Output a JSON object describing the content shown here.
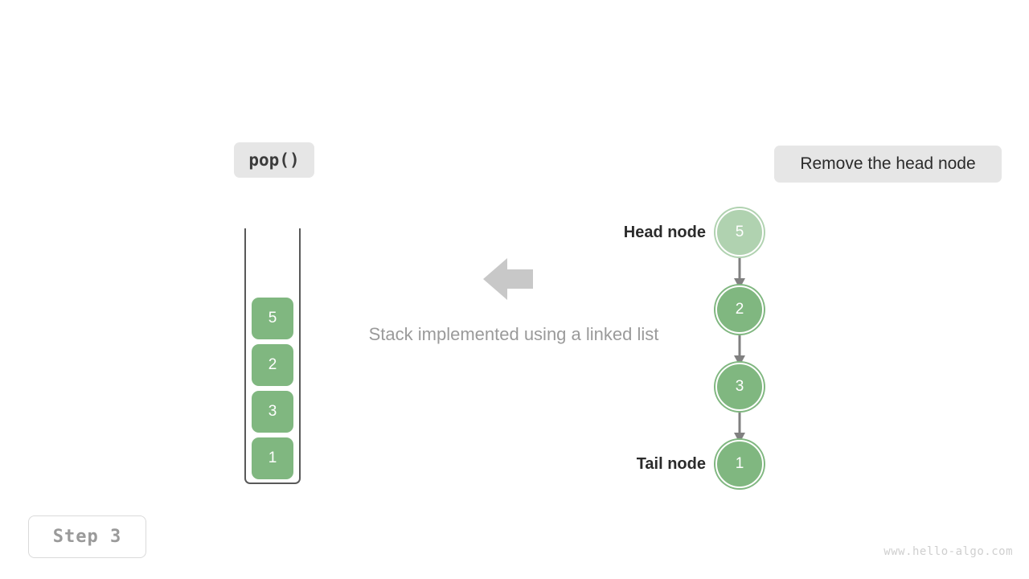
{
  "operation": {
    "label": "pop()"
  },
  "description": {
    "label": "Remove the head node"
  },
  "caption": {
    "text": "Stack implemented using a linked list"
  },
  "step": {
    "label": "Step 3"
  },
  "watermark": {
    "text": "www.hello-algo.com"
  },
  "stack": {
    "cells": [
      {
        "value": "5"
      },
      {
        "value": "2"
      },
      {
        "value": "3"
      },
      {
        "value": "1"
      }
    ]
  },
  "linked_list": {
    "head_label": "Head node",
    "tail_label": "Tail node",
    "nodes": [
      {
        "value": "5",
        "state": "removing"
      },
      {
        "value": "2",
        "state": "normal"
      },
      {
        "value": "3",
        "state": "normal"
      },
      {
        "value": "1",
        "state": "normal"
      }
    ]
  },
  "colors": {
    "node_green": "#80b780",
    "pill_gray": "#e6e6e6",
    "arrow_gray": "#c8c8c8",
    "connector_gray": "#808080",
    "caption_gray": "#9a9a9a",
    "frame_gray": "#595959"
  }
}
